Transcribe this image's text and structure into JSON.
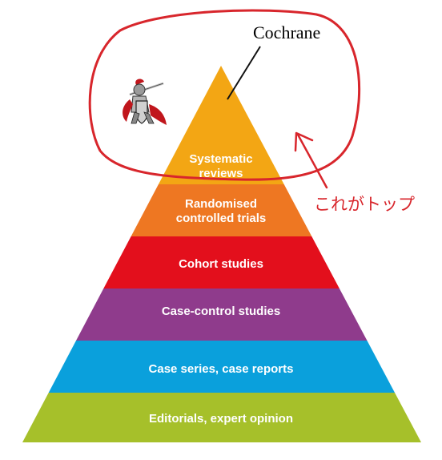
{
  "pyramid": {
    "tiers": [
      {
        "lines": [],
        "color": "#f3a614"
      },
      {
        "lines": [
          "Systematic",
          "reviews"
        ],
        "color": "#f3a614"
      },
      {
        "lines": [
          "Randomised",
          "controlled trials"
        ],
        "color": "#ee7722"
      },
      {
        "lines": [
          "Cohort studies"
        ],
        "color": "#e30f1c"
      },
      {
        "lines": [
          "Case-control studies"
        ],
        "color": "#8f3b8c"
      },
      {
        "lines": [
          "Case series, case reports"
        ],
        "color": "#0aa0dc"
      },
      {
        "lines": [
          "Editorials, expert opinion"
        ],
        "color": "#a6c02a"
      }
    ]
  },
  "annotations": {
    "top_label": "Cochrane",
    "handwritten_note": "これがトップ",
    "circle_color": "#d8262c",
    "icon": "knight-icon"
  }
}
